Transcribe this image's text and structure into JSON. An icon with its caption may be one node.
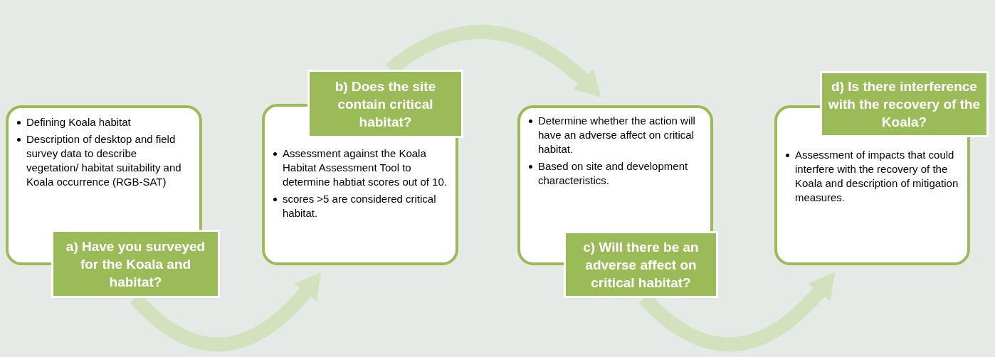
{
  "diagram": {
    "nodes": [
      {
        "text": [
          "Defining Koala habitat",
          "Description of desktop and field survey data to describe vegetation/ habitat suitability and Koala occurrence (RGB-SAT)",
          "a) Have you surveyed for the Koala and habitat?"
        ]
      },
      {
        "text": [
          "b) Does the site contain critical habitat?",
          "Assessment against the Koala Habitat Assessment Tool to determine habtiat scores out of 10.",
          "scores >5 are considered critical habitat."
        ]
      },
      {
        "text": [
          "Determine whether the action will have  an adverse affect on critical habitat.",
          "Based on site and development characteristics.",
          "c) Will there be an adverse affect on critical habitat?"
        ]
      },
      {
        "text": [
          "d) Is there interference with the recovery of the Koala?",
          "Assessment of impacts that could interfere with the recovery of the Koala and description of mitigation measures."
        ]
      }
    ],
    "edges": [
      {
        "from": 0,
        "to": 1,
        "arrow": "to"
      },
      {
        "from": 1,
        "to": 2,
        "arrow": "to"
      },
      {
        "from": 2,
        "to": 3,
        "arrow": "to"
      }
    ]
  }
}
